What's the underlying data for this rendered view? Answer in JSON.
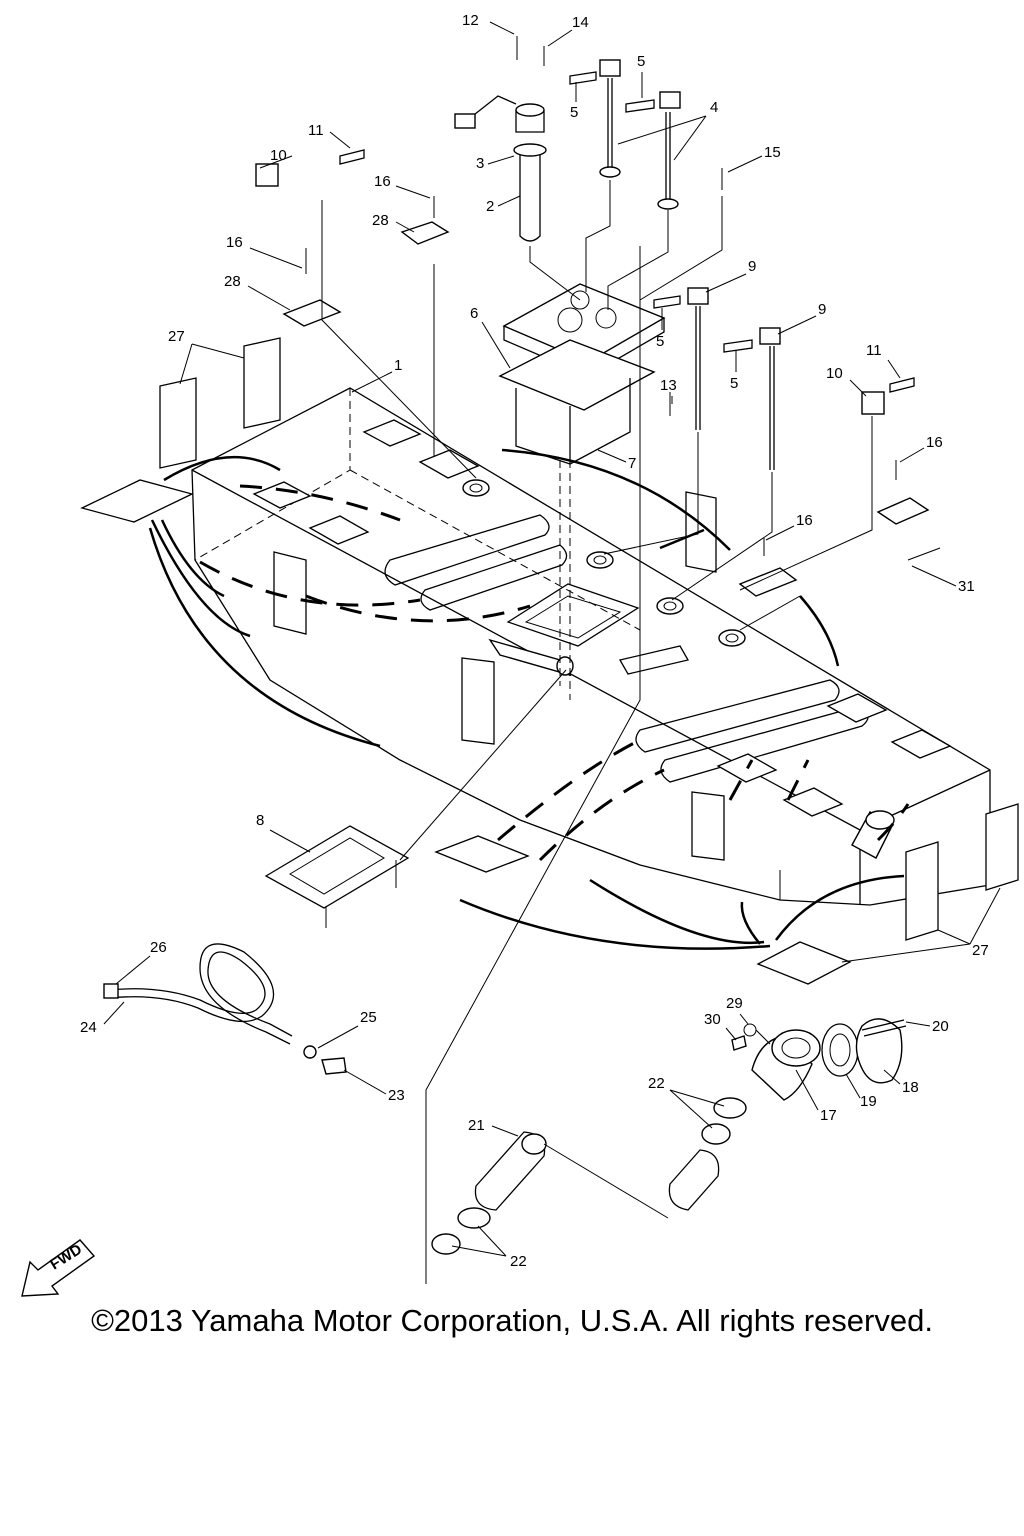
{
  "labels": {
    "l1": "1",
    "l2": "2",
    "l3": "3",
    "l4": "4",
    "l5a": "5",
    "l5b": "5",
    "l5c": "5",
    "l5d": "5",
    "l6": "6",
    "l7": "7",
    "l8": "8",
    "l9a": "9",
    "l9b": "9",
    "l10a": "10",
    "l10b": "10",
    "l11a": "11",
    "l11b": "11",
    "l12": "12",
    "l13": "13",
    "l14": "14",
    "l15": "15",
    "l16a": "16",
    "l16b": "16",
    "l16c": "16",
    "l16d": "16",
    "l17": "17",
    "l18": "18",
    "l19": "19",
    "l20": "20",
    "l21": "21",
    "l22a": "22",
    "l22b": "22",
    "l23": "23",
    "l24": "24",
    "l25": "25",
    "l26": "26",
    "l27a": "27",
    "l27b": "27",
    "l28a": "28",
    "l28b": "28",
    "l29": "29",
    "l30": "30",
    "l31": "31"
  },
  "fwd_badge": "FWD",
  "copyright": "©2013 Yamaha Motor Corporation, U.S.A. All rights reserved."
}
